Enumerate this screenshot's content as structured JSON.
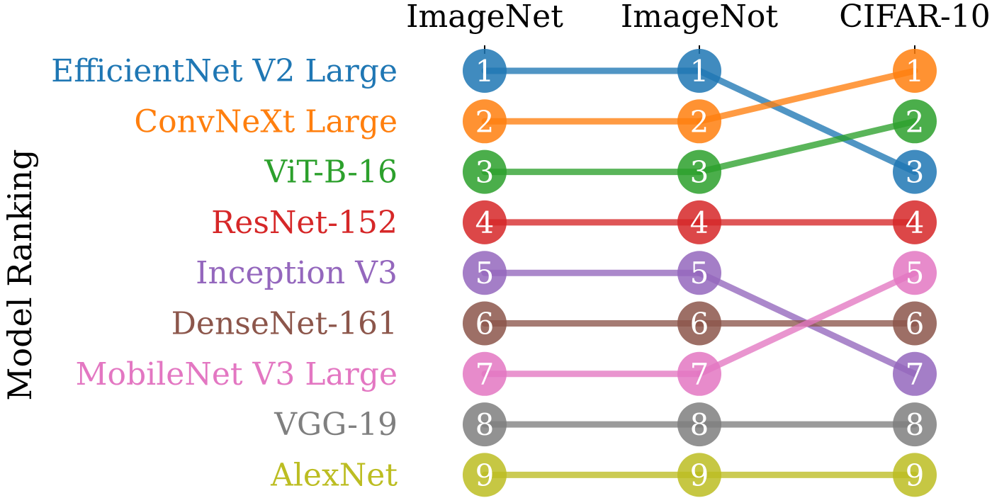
{
  "chart_data": {
    "type": "bump",
    "ylabel": "Model Ranking",
    "columns": [
      "ImageNet",
      "ImageNot",
      "CIFAR-10"
    ],
    "series": [
      {
        "name": "EfficientNet V2 Large",
        "color": "#1f77b4",
        "ranks": [
          1,
          1,
          3
        ]
      },
      {
        "name": "ConvNeXt Large",
        "color": "#ff7f0e",
        "ranks": [
          2,
          2,
          1
        ]
      },
      {
        "name": "ViT-B-16",
        "color": "#2ca02c",
        "ranks": [
          3,
          3,
          2
        ]
      },
      {
        "name": "ResNet-152",
        "color": "#d62728",
        "ranks": [
          4,
          4,
          4
        ]
      },
      {
        "name": "Inception V3",
        "color": "#9467bd",
        "ranks": [
          5,
          5,
          7
        ]
      },
      {
        "name": "DenseNet-161",
        "color": "#8c564b",
        "ranks": [
          6,
          6,
          6
        ]
      },
      {
        "name": "MobileNet V3 Large",
        "color": "#e377c2",
        "ranks": [
          7,
          7,
          5
        ]
      },
      {
        "name": "VGG-19",
        "color": "#7f7f7f",
        "ranks": [
          8,
          8,
          8
        ]
      },
      {
        "name": "AlexNet",
        "color": "#bcbd22",
        "ranks": [
          9,
          9,
          9
        ]
      }
    ],
    "rank_range": [
      1,
      9
    ],
    "grid": false,
    "legend": "none"
  }
}
